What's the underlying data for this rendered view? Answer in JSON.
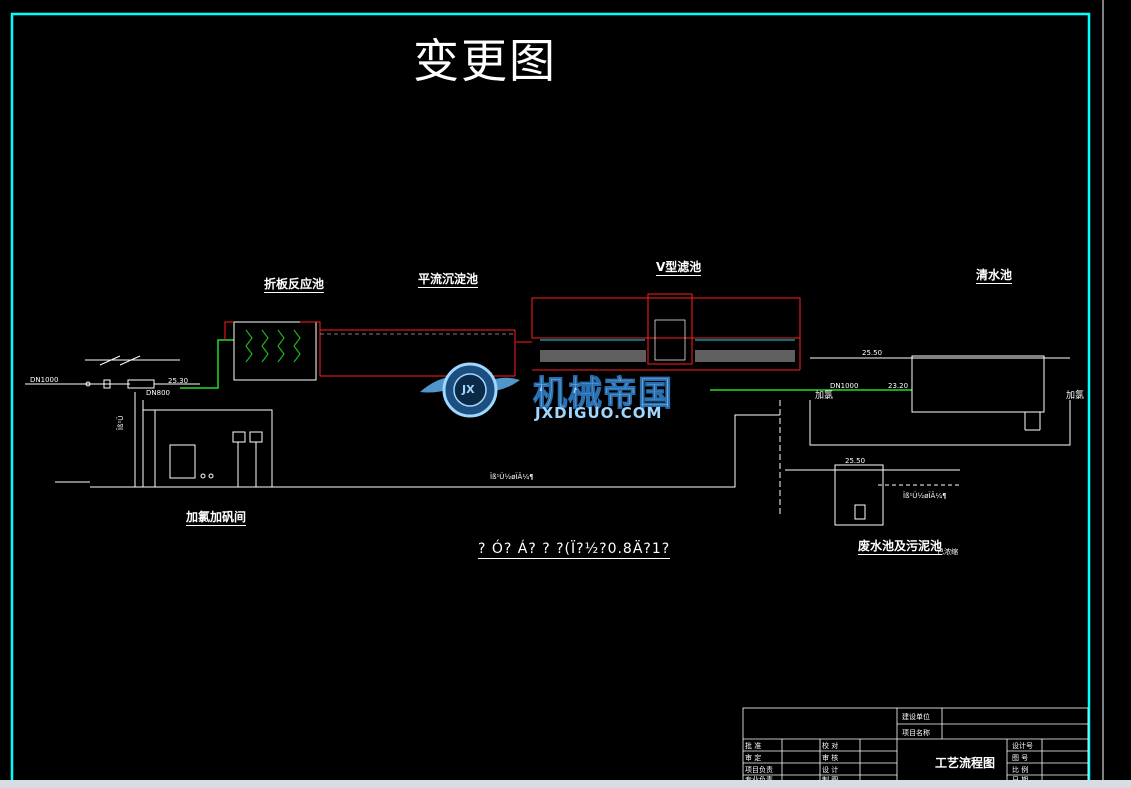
{
  "drawing": {
    "title": "变更图",
    "caption": "? Ó? Á? ? ?(Ï?½?0.8Ä?1?",
    "units": {
      "flocculation": "折板反应池",
      "sedimentation": "平流沉淀池",
      "vfilter": "V型滤池",
      "clearwater": "清水池",
      "dosing_room": "加氯加矾间",
      "waste_pool": "废水池及污泥池"
    },
    "annotations": {
      "pipe_dn_left": "DN1000",
      "pipe_dn_left2": "DN800",
      "elev_left": "25.30",
      "elev_cw": "25.50",
      "elev_cw2": "23.20",
      "pipe_dn_right": "DN1000",
      "elev_waste": "25.50",
      "chlor_1": "加氯",
      "chlor_2": "加氯",
      "sludge_note": "已浓缩",
      "garbled_long": "Ïß¹Ü½øÏÂ¼¶",
      "garbled_vert": "Ïß¹Ü"
    }
  },
  "watermark": {
    "cn": "机械帝国",
    "en": "JXDIGUO.COM",
    "emblem": "JX"
  },
  "title_block": {
    "unit_label": "建设单位",
    "project_label": "项目名称",
    "drawing_name": "工艺流程图",
    "rows_left": [
      "批    准",
      "审    定",
      "项目负责",
      "专业负责"
    ],
    "rows_mid": [
      "校    对",
      "审    核",
      "设    计",
      "制    图"
    ],
    "rows_right_label": [
      "设计号",
      "图    号",
      "比    例",
      "日    期"
    ],
    "rows_right_value": [
      "",
      "",
      "",
      ""
    ]
  },
  "colors": {
    "frame": "#00ffff",
    "red": "#ff2020",
    "green": "#22dd22",
    "cyan": "#00e5ff"
  }
}
